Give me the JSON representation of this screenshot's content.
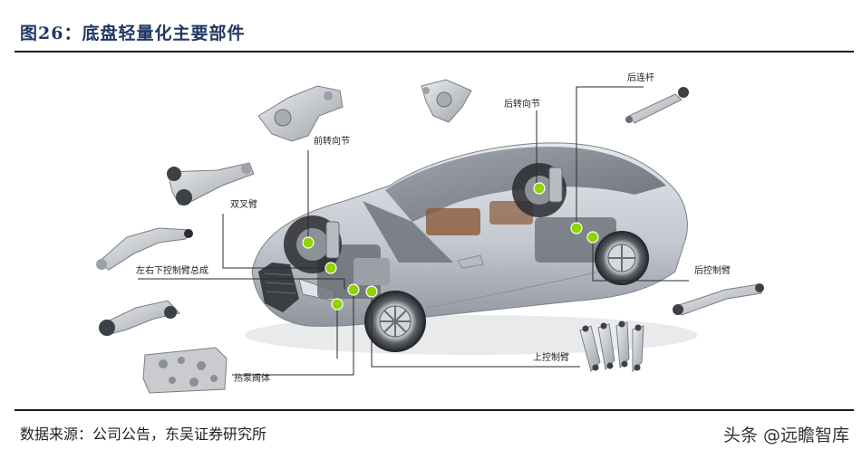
{
  "figure": {
    "title": "图26：底盘轻量化主要部件"
  },
  "callouts": {
    "front_knuckle": "前转向节",
    "double_wishbone": "双叉臂",
    "lower_control_arm_assy": "左右下控制臂总成",
    "heat_pump_valve": "热泵阀体",
    "rear_knuckle": "后转向节",
    "rear_link": "后连杆",
    "rear_control_arm": "后控制臂",
    "upper_control_arm": "上控制臂"
  },
  "footer": {
    "source": "数据来源：公司公告，东吴证券研究所",
    "watermark": "头条 @远瞻智库"
  },
  "colors": {
    "title": "#1f3864",
    "marker": "#8fd400",
    "car_body": "#c9ccd3",
    "part_metal": "#c4c6ca"
  }
}
